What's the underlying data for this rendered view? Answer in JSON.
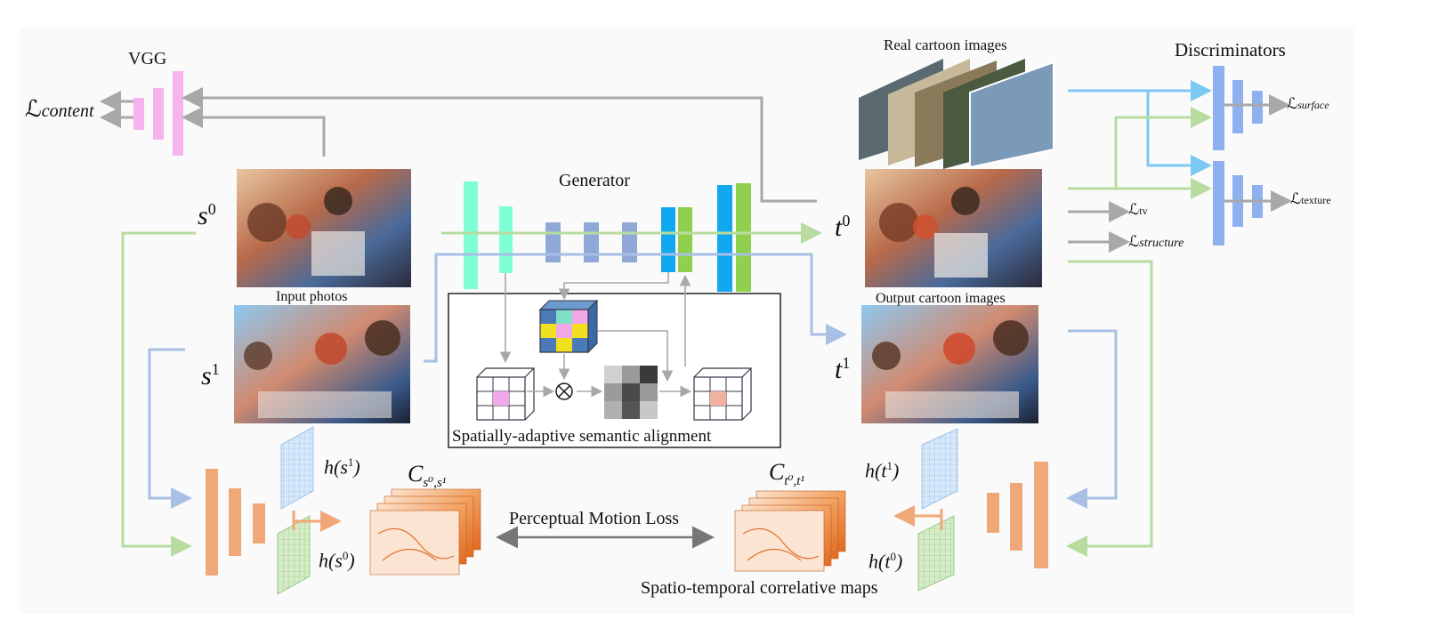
{
  "labels": {
    "vgg": "VGG",
    "l_content": "ℒ",
    "l_content_sub": "content",
    "generator": "Generator",
    "real_cartoon": "Real cartoon images",
    "discriminators": "Discriminators",
    "l_surface": "ℒ",
    "l_surface_sub": "surface",
    "l_texture": "ℒ",
    "l_texture_sub": "texture",
    "l_tv": "ℒ",
    "l_tv_sub": "tv",
    "l_structure": "ℒ",
    "l_structure_sub": "structure",
    "input_photos": "Input photos",
    "output_cartoon": "Output cartoon images",
    "alignment": "Spatially-adaptive semantic alignment",
    "perceptual_loss": "Perceptual Motion Loss",
    "st_maps": "Spatio-temporal correlative maps",
    "s0": "s",
    "s0_sup": "0",
    "s1": "s",
    "s1_sup": "1",
    "t0": "t",
    "t0_sup": "0",
    "t1": "t",
    "t1_sup": "1",
    "hs1": "h(s",
    "hs1_sup": "1",
    "hs1_end": ")",
    "hs0": "h(s",
    "hs0_sup": "0",
    "hs0_end": ")",
    "ht1": "h(t",
    "ht1_sup": "1",
    "ht1_end": ")",
    "ht0": "h(t",
    "ht0_sup": "0",
    "ht0_end": ")",
    "c_left": "C",
    "c_left_sub": "s⁰,s¹",
    "c_right": "C",
    "c_right_sub": "t⁰,t¹",
    "otimes": "⊗"
  },
  "colors": {
    "vgg": "#f7b3f0",
    "gen_cyan": "#7fffd4",
    "gen_blue": "#8fa8d8",
    "gen_deep": "#10a8ee",
    "gen_green": "#8fd14f",
    "disc": "#8fb0ee",
    "orange": "#f0a878",
    "line_green": "#b8dca0",
    "line_blue": "#a8bfe6",
    "line_gray": "#a8a8a8",
    "line_cyan": "#7cc8f4"
  }
}
